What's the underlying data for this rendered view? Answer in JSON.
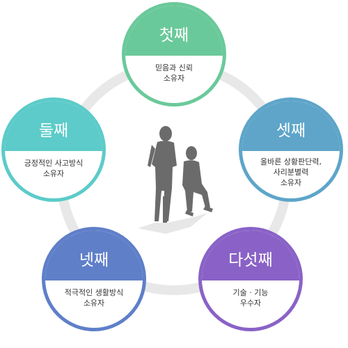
{
  "nodes": [
    {
      "id": "first",
      "title": "첫째",
      "lines": [
        "믿음과 신뢰",
        "소유자"
      ],
      "color": "#6ac99a"
    },
    {
      "id": "second",
      "title": "둘째",
      "lines": [
        "긍정적인 사고방식",
        "소유자"
      ],
      "color": "#5ccbc9"
    },
    {
      "id": "third",
      "title": "셋째",
      "lines": [
        "올바른 상황판단력,",
        "사리분별력",
        "소유자"
      ],
      "color": "#5ea5c9"
    },
    {
      "id": "fourth",
      "title": "넷째",
      "lines": [
        "적극적인 생활방식",
        "소유자"
      ],
      "color": "#5f7fc9"
    },
    {
      "id": "fifth",
      "title": "다섯째",
      "lines": [
        "기술 · 기능",
        "우수자"
      ],
      "color": "#8a62c7"
    }
  ],
  "colors": {
    "ring": "#e8e8e8",
    "figure": "#6b6b6b"
  }
}
